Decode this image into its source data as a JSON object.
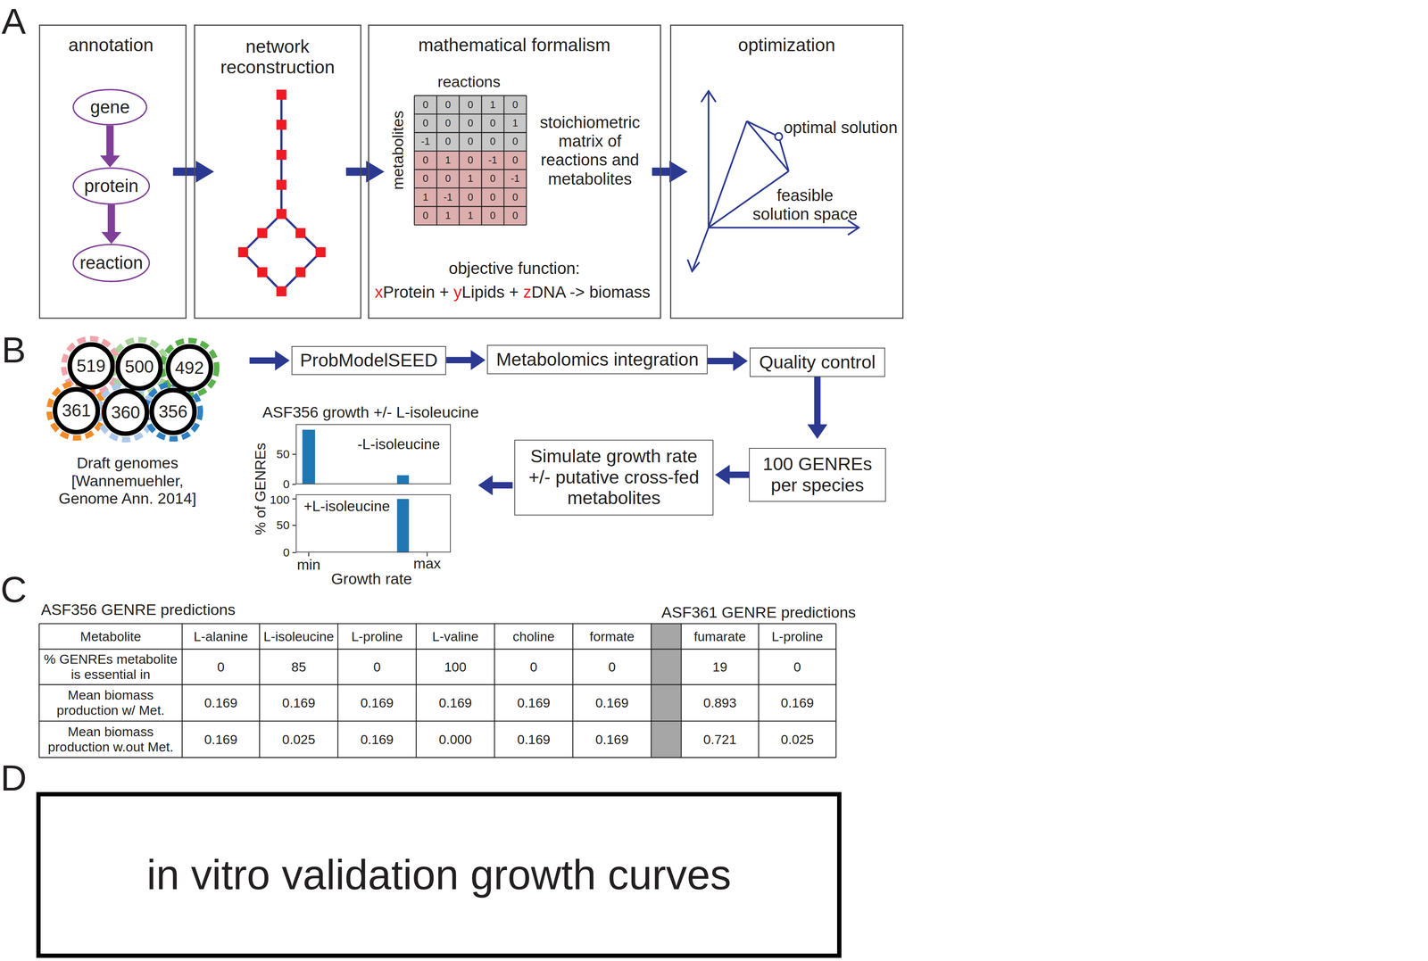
{
  "diagram": {
    "nodes": [
      {
        "text": [
          "annotation"
        ]
      },
      {
        "text": [
          "gene"
        ],
        "in": 0
      },
      {
        "text": [
          "protein"
        ],
        "in": 0
      },
      {
        "text": [
          "reaction"
        ],
        "in": 0
      },
      {
        "text": [
          "network reconstruction"
        ]
      },
      {
        "text": [
          "mathematical formalism",
          "stoichiometric matrix of reactions and metabolites",
          "objective function:",
          "xProtein + yLipids + zDNA -> biomass"
        ]
      },
      {
        "text": [
          "optimization"
        ]
      },
      {
        "text": [
          "519"
        ]
      },
      {
        "text": [
          "500"
        ]
      },
      {
        "text": [
          "492"
        ]
      },
      {
        "text": [
          "361"
        ]
      },
      {
        "text": [
          "360"
        ]
      },
      {
        "text": [
          "356"
        ]
      },
      {
        "text": [
          "ProbModelSEED"
        ]
      },
      {
        "text": [
          "Metabolomics integration"
        ]
      },
      {
        "text": [
          "Quality control"
        ]
      },
      {
        "text": [
          "100 GENREs per species"
        ]
      },
      {
        "text": [
          "Simulate growth rate +/- putative cross-fed metabolites"
        ]
      },
      {
        "text": [
          "-L-isoleucine"
        ]
      },
      {
        "text": [
          "+L-isoleucine"
        ]
      },
      {
        "text": [
          "in vitro validation growth curves"
        ]
      }
    ],
    "edges": [
      {
        "from": 0,
        "to": 4,
        "arrow": "to"
      },
      {
        "from": 4,
        "to": 5,
        "arrow": "to"
      },
      {
        "from": 5,
        "to": 6,
        "arrow": "to"
      },
      {
        "from": 1,
        "to": 2,
        "arrow": "to"
      },
      {
        "from": 2,
        "to": 3,
        "arrow": "to"
      },
      {
        "from": 9,
        "to": 13,
        "arrow": "to"
      },
      {
        "from": 13,
        "to": 14,
        "arrow": "to"
      },
      {
        "from": 14,
        "to": 15,
        "arrow": "to"
      },
      {
        "from": 15,
        "to": 16,
        "arrow": "to"
      },
      {
        "from": 16,
        "to": 17,
        "arrow": "to"
      },
      {
        "from": 17,
        "to": 18,
        "arrow": "to"
      }
    ],
    "labels": [
      "A",
      "reactions",
      "metabolites",
      "0",
      "0",
      "0",
      "1",
      "0",
      "0",
      "0",
      "0",
      "0",
      "1",
      "-1",
      "0",
      "0",
      "0",
      "0",
      "0",
      "1",
      "0",
      "-1",
      "0",
      "0",
      "0",
      "1",
      "0",
      "-1",
      "1",
      "-1",
      "0",
      "0",
      "0",
      "0",
      "1",
      "1",
      "0",
      "0",
      "optimal solution",
      "feasible solution space",
      "B",
      "Draft genomes [Wannemuehler, Genome Ann. 2014]",
      "ASF356 growth +/- L-isoleucine",
      "% of GENREs",
      "50",
      "0",
      "100",
      "50",
      "0",
      "min",
      "max",
      "Growth rate",
      "C",
      "ASF356 GENRE predictions",
      "ASF361 GENRE predictions",
      "Metabolite",
      "L-alanine",
      "L-isoleucine",
      "L-proline",
      "L-valine",
      "choline",
      "formate",
      "fumarate",
      "L-proline",
      "% GENREs metabolite is essential in",
      "0",
      "85",
      "0",
      "100",
      "0",
      "0",
      "19",
      "0",
      "Mean biomass production w/ Met.",
      "0.169",
      "0.169",
      "0.169",
      "0.169",
      "0.169",
      "0.169",
      "0.893",
      "0.169",
      "Mean biomass production w.out Met.",
      "0.169",
      "0.025",
      "0.169",
      "0.000",
      "0.169",
      "0.169",
      "0.721",
      "0.025",
      "D"
    ]
  }
}
